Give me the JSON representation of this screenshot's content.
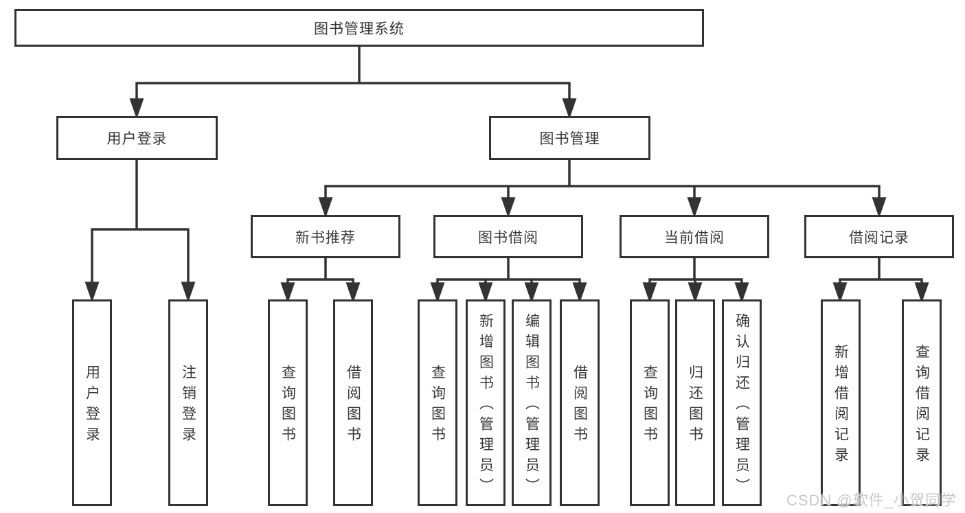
{
  "diagram": {
    "root_label": "图书管理系统",
    "branches": [
      {
        "label": "用户登录",
        "leaves": [
          "用户登录",
          "注销登录"
        ]
      },
      {
        "label": "图书管理",
        "groups": [
          {
            "label": "新书推荐",
            "leaves": [
              "查询图书",
              "借阅图书"
            ]
          },
          {
            "label": "图书借阅",
            "leaves": [
              "查询图书",
              "新增图书（管理员）",
              "编辑图书（管理员）",
              "借阅图书"
            ]
          },
          {
            "label": "当前借阅",
            "leaves": [
              "查询图书",
              "归还图书",
              "确认归还（管理员）"
            ]
          },
          {
            "label": "借阅记录",
            "leaves": [
              "新增借阅记录",
              "查询借阅记录"
            ]
          }
        ]
      }
    ]
  },
  "watermark": {
    "text": "CSDN @软件_小贺同学",
    "color": "#c9c9c9"
  },
  "colors": {
    "line": "#333333",
    "text": "#383838",
    "background": "#ffffff"
  }
}
